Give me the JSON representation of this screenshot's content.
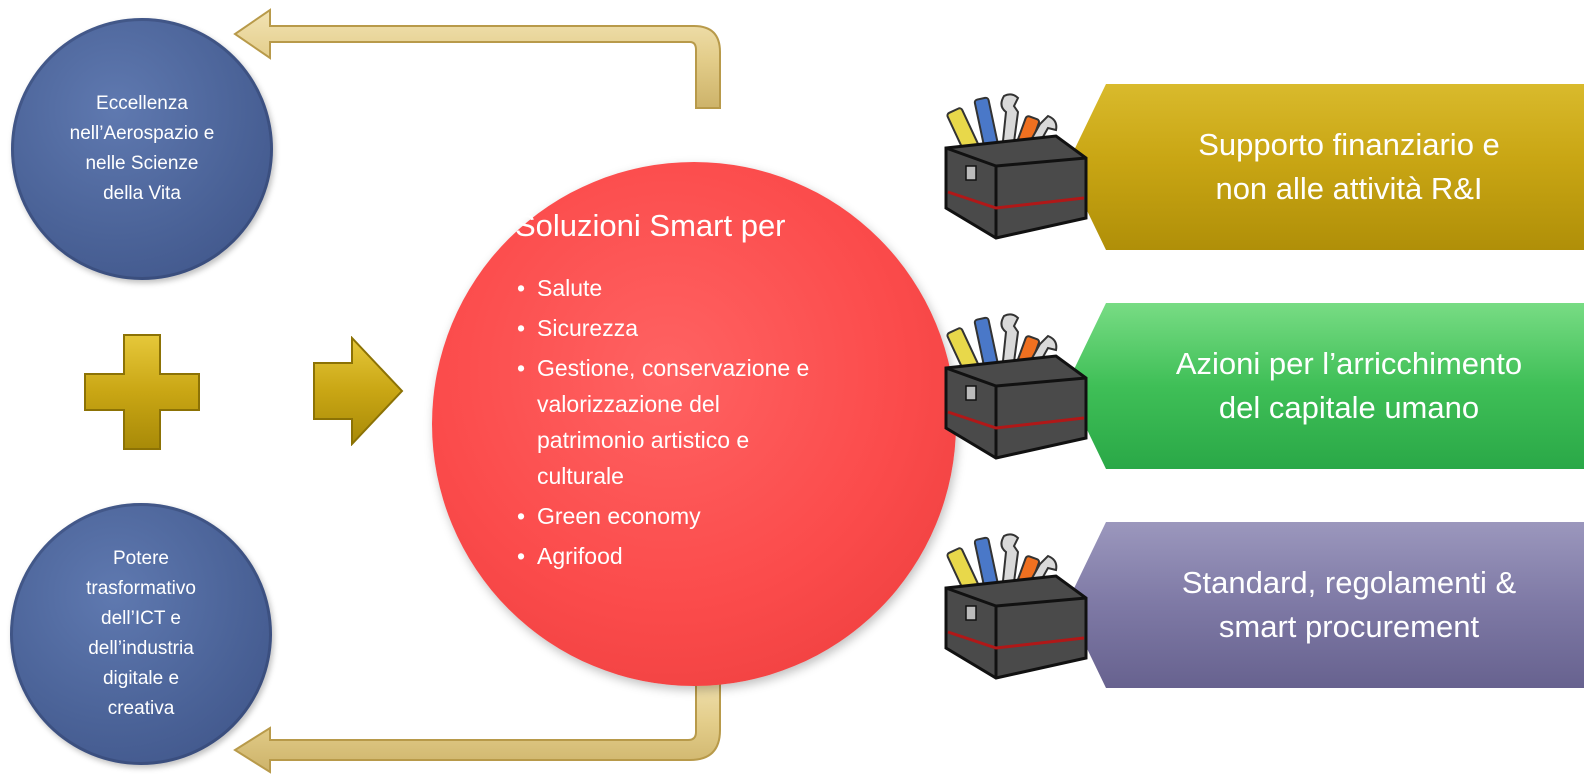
{
  "left_nodes": {
    "top": "Eccellenza\nnell’Aerospazio e\nnelle Scienze\ndella Vita",
    "bottom": "Potere\ntrasformativo\ndell’ICT e\ndell’industria\ndigitale e\ncreativa"
  },
  "center": {
    "title": "Soluzioni Smart per",
    "items": [
      "Salute",
      "Sicurezza",
      "Gestione, conservazione e\nvalorizzazione del\npatrimonio artistico e\nculturale",
      "Green economy",
      "Agrifood"
    ]
  },
  "actions": [
    {
      "label": "Supporto finanziario e\nnon alle attività R&I",
      "color": "#c9a614"
    },
    {
      "label": "Azioni per l’arricchimento\ndel capitale umano",
      "color": "#3fbf57"
    },
    {
      "label": "Standard, regolamenti &\nsmart procurement",
      "color": "#7e79a5"
    }
  ],
  "icons": {
    "plus": "plus-icon",
    "arrow": "arrow-right-icon",
    "toolbox": "toolbox-icon"
  },
  "colors": {
    "blue_node": "#4b6398",
    "red_node": "#fb4b4b",
    "gold": "#c9a614",
    "connector": "#e7d39a"
  }
}
